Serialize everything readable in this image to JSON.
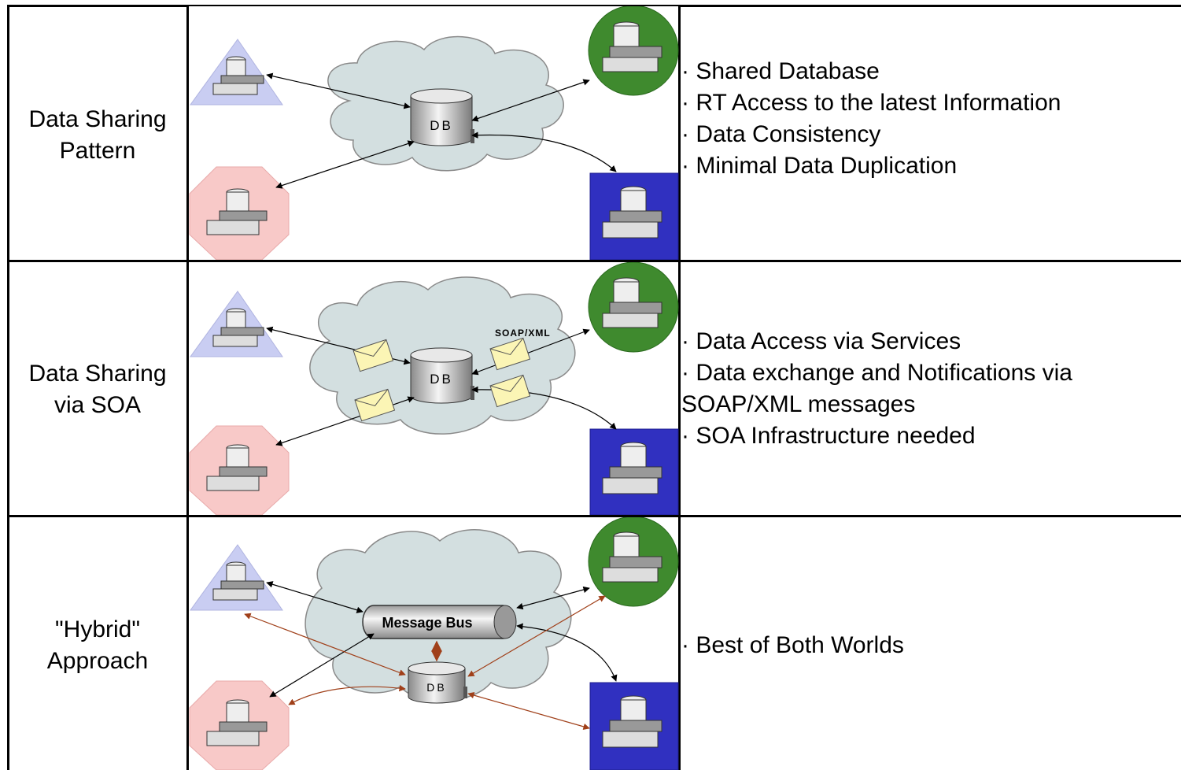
{
  "rows": [
    {
      "label": "Data Sharing\nPattern",
      "db_label": "DB",
      "bullets": [
        "· Shared Database",
        "· RT Access to the latest Information",
        "· Data Consistency",
        "· Minimal Data Duplication"
      ]
    },
    {
      "label": "Data Sharing\nvia SOA",
      "db_label": "DB",
      "soap_label": "SOAP/XML",
      "bullets": [
        "· Data Access via Services",
        "· Data exchange and Notifications via",
        "SOAP/XML messages",
        "· SOA Infrastructure needed"
      ]
    },
    {
      "label": "\"Hybrid\"\nApproach",
      "db_label": "DB",
      "bus_label": "Message Bus",
      "bullets": [
        "· Best of Both Worlds"
      ]
    }
  ],
  "colors": {
    "cloud": "#d3dfe0",
    "triangle": "#c9cdf2",
    "octagon": "#f8c9c8",
    "circle": "#3f8a2e",
    "square": "#3030c0",
    "envelope": "#fbf5b5",
    "hybrid_arrow": "#a0401a"
  }
}
